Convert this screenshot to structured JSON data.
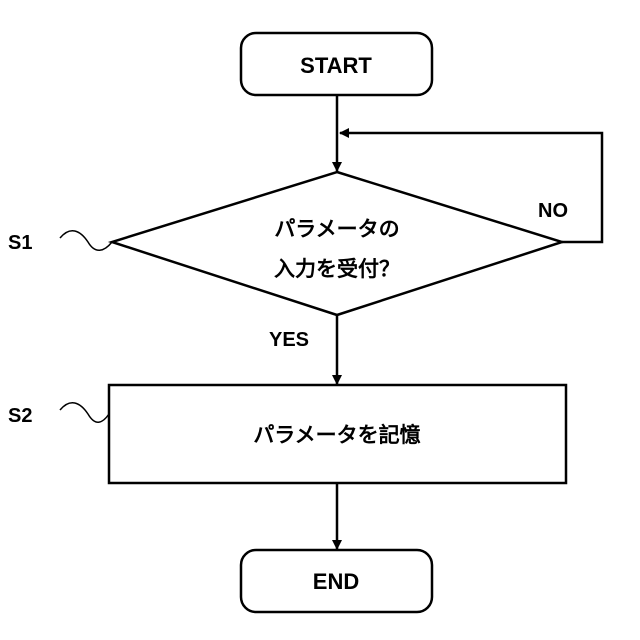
{
  "nodes": {
    "start": {
      "label": "START"
    },
    "decision": {
      "line1": "パラメータの",
      "line2": "入力を受付？"
    },
    "process": {
      "label": "パラメータを記憶"
    },
    "end": {
      "label": "END"
    }
  },
  "branches": {
    "yes": "YES",
    "no": "NO"
  },
  "steps": {
    "s1": "S1",
    "s2": "S2"
  }
}
